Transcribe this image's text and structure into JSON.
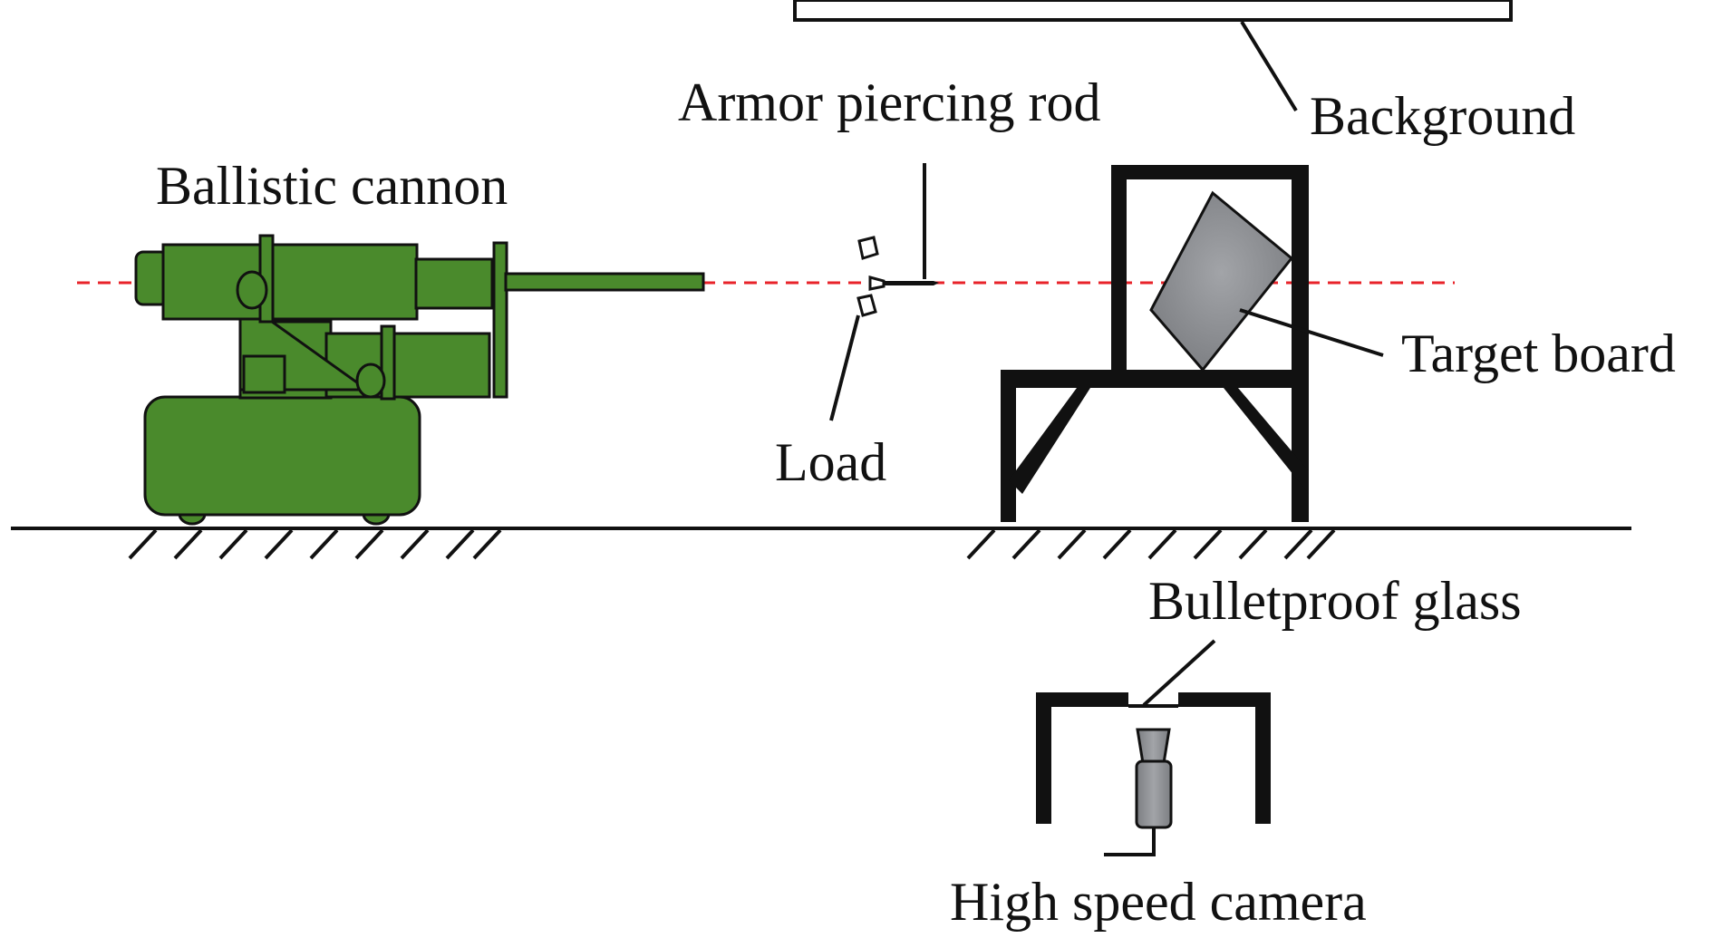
{
  "labels": {
    "background": "Background",
    "armor_rod": "Armor piercing rod",
    "cannon": "Ballistic cannon",
    "target_board": "Target board",
    "load": "Load",
    "bulletproof_glass": "Bulletproof glass",
    "camera": "High speed camera"
  },
  "colors": {
    "cannon_fill": "#4a8a2c",
    "frame": "#111111",
    "target_fill": "#8a8c90",
    "trajectory": "#e8232a",
    "camera_fill": "#8a8c90"
  }
}
